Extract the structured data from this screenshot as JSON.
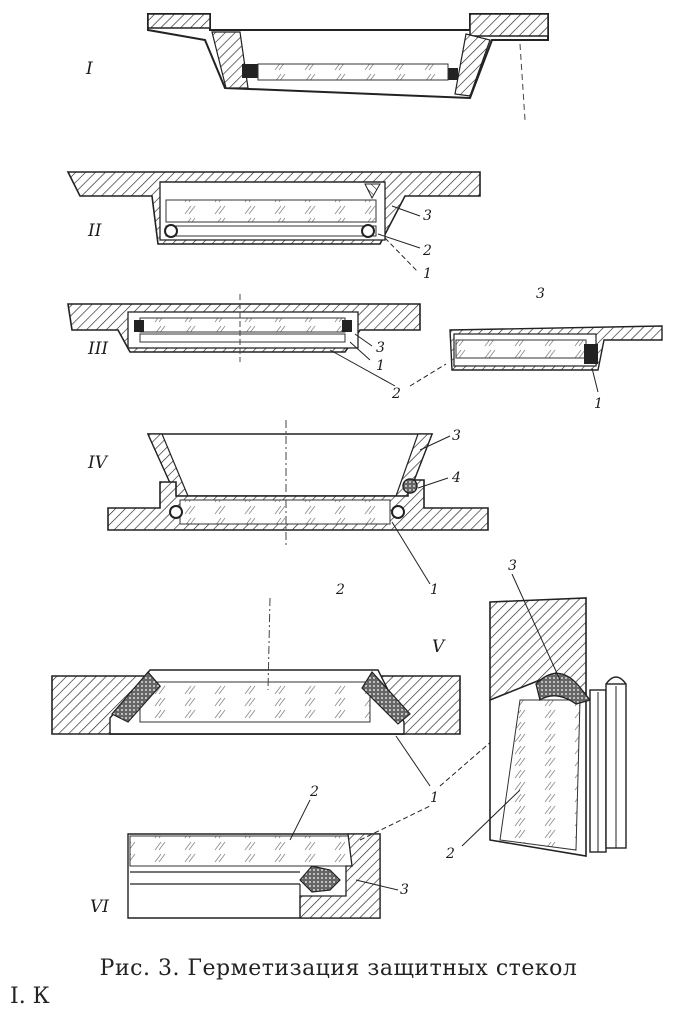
{
  "figure": {
    "caption": "Рис. 3. Герметизация защитных стекол",
    "caption_cont": "I. К"
  },
  "roman_labels": [
    "I",
    "II",
    "III",
    "IV",
    "V",
    "VI"
  ],
  "callouts": {
    "II": [
      "3",
      "2",
      "1"
    ],
    "III": [
      "3",
      "1",
      "2"
    ],
    "III_detail": [
      "3",
      "1"
    ],
    "IV": [
      "3",
      "4",
      "2",
      "1"
    ],
    "V": [
      "1"
    ],
    "V_detail": [
      "3",
      "2"
    ],
    "VI": [
      "2",
      "3"
    ]
  }
}
